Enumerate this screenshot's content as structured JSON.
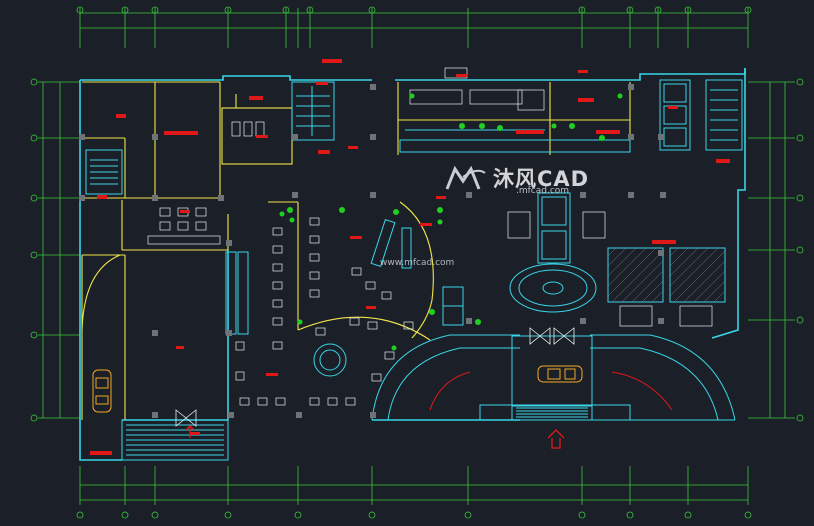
{
  "drawing": {
    "background_color": "#1b2028",
    "wall_color": "#39d5e8",
    "accent_yellow": "#f2e64a",
    "accent_red": "#e01818",
    "accent_green": "#20d020",
    "dimension_color": "#37c837"
  },
  "watermark": {
    "brand_text": "沐风CAD",
    "url_text": ".mfcad.com",
    "secondary_url_text": "www.mfcad.com"
  },
  "entrance_arrow": {
    "icon": "up-arrow-icon",
    "color": "#e01818"
  }
}
